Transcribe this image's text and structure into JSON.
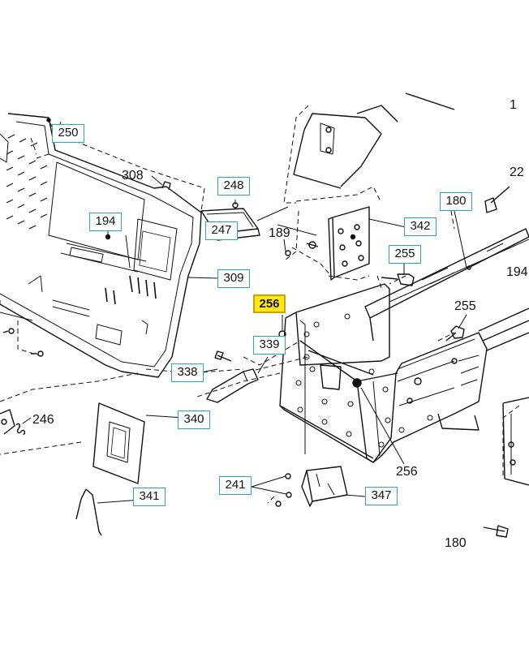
{
  "callouts": {
    "c250": "250",
    "c308": "308",
    "c248": "248",
    "c194": "194",
    "c247": "247",
    "c189": "189",
    "c180": "180",
    "c342": "342",
    "c255a": "255",
    "c309": "309",
    "c256a": "256",
    "c339": "339",
    "c338": "338",
    "c340": "340",
    "c341": "341",
    "c241": "241",
    "c347": "347"
  },
  "plain_labels": {
    "p22": "22",
    "p194": "194",
    "p255": "255",
    "p256": "256",
    "p246": "246",
    "p180": "180",
    "p1": "1"
  },
  "highlight_color": "#ffe814",
  "callout_border_color": "#2aa6c8"
}
